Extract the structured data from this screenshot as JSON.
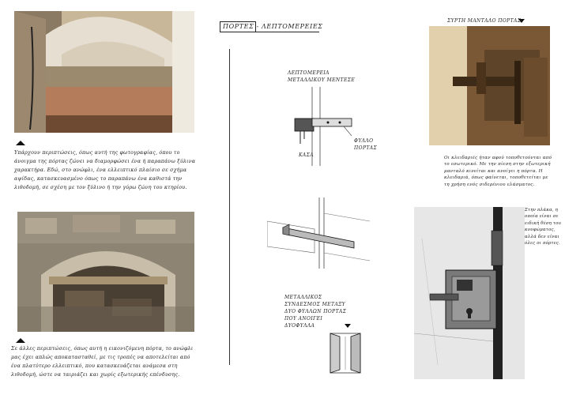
{
  "page": {
    "title": "ΠΟΡΤΕΣ - ΛΕΠΤΟΜΕΡΕΙΕΣ"
  },
  "left": {
    "photo_arch_alt": "arch-door-photo",
    "caption_1": "Υπάρχουν περιπτώσεις, όπως αυτή της φωτογραφίας, όπου το άνοιγμα της πόρτας ζώνει να διαμορφώσει ένα ή παραπάνω ξύλινα χαρακτήρα. Εδώ, στο ανώφλι, ένα ελλειπτικό πλαίσιο σε σχήμα αψίδας, κατασκευασμένο όπως το παραπάνω ένα καθιστά την λιθοδομή, σε σχέση με τον ξύλινο ή την γύρω ζώνη του κτηρίου.",
    "photo_stone_alt": "stone-arch-photo",
    "caption_2": "Σε άλλες περιπτώσεις, όπως αυτή η εικονιζόμενη πόρτα, το ανώφλι μας έχει απλώς αποκατασταθεί, με τις τροπές να αποτελείται από ένα πλατύτερο ελλειπτικό, που κατασκευάζεται ανάμεσα στη λιθοδομή, ώστε να ταιριάζει και χωρίς εξωτερικής επένδυσης."
  },
  "middle": {
    "label_hinge": "ΛΕΠΤΟΜΕΡΕΙΑ ΜΕΤΑΛΛΙΚΟΥ ΜΕΝΤΕΣΕ",
    "label_leaf": "ΦΥΛΛΟ ΠΟΡΤΑΣ",
    "label_frame": "ΚΑΣΑ",
    "label_bar": "ΜΕΤΑΛΛΙΚΟΣ ΣΥΝΔΕΣΜΟΣ ΜΕΤΑΞΥ ΔΥΟ ΦΥΛΛΩΝ ΠΟΡΤΑΣ ΠΟΥ ΑΝΟΙΓΕΙ ΔΥΟΦΥΛΛΑ"
  },
  "right": {
    "label_lock_photo": "ΣΥΡΤΗ ΜΑΝΤΑΛΟ ΠΟΡΤΑΣ",
    "caption_lock": "Οι κλειδαριές ήταν αφού τοποθετούνται από το εσωτερικό. Με την πίεση στην εξωτερική μανταλό κινείται και ανοίγει η πόρτα. Η κλειδαριά, όπως φαίνεται, τοποθετείται με τη χρήση ενός σιδερένιου ελάσματος.",
    "caption_lock_side": "Στην πλάκα, η οποία είναι σε ειδική θέση του κουφώματος, αλλά δεν είναι όλες οι πόρτες."
  }
}
